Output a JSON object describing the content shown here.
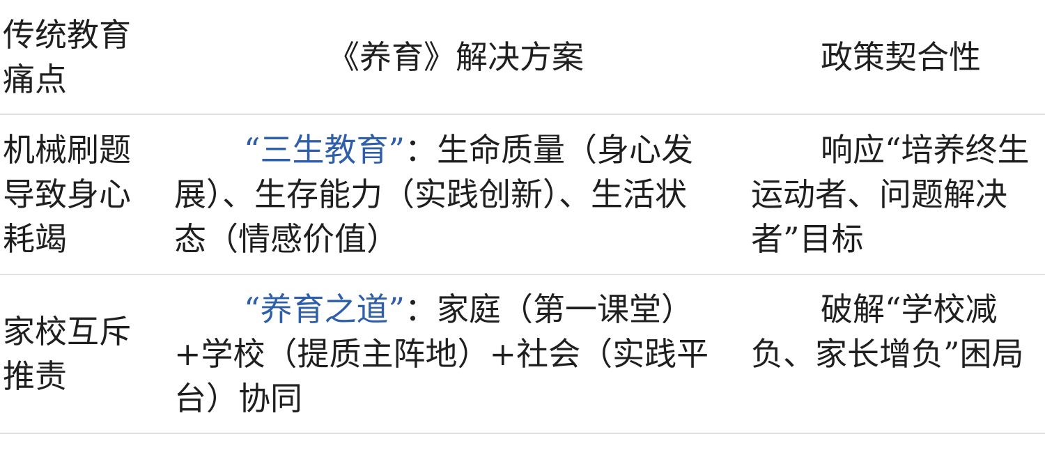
{
  "headers": {
    "col1": "传统教育痛点",
    "col2": "《养育》解决方案",
    "col3": "政策契合性"
  },
  "rows": [
    {
      "pain": "机械刷题导致身心耗竭",
      "solution_highlight": "“三生教育”",
      "solution_text": "：生命质量（身心发展）、生存能力（实践创新）、生活状态（情感价值）",
      "policy": "响应“培养终生运动者、问题解决者”目标"
    },
    {
      "pain": "家校互斥推责",
      "solution_highlight": "“养育之道”",
      "solution_text": "：家庭（第一课堂）+学校（提质主阵地）+社会（实践平台）协同",
      "policy": "破解“学校减负、家长增负”困局"
    }
  ],
  "colors": {
    "highlight": "#2f5fa8",
    "rule": "#e1e1e1",
    "text": "#1f1f1f"
  }
}
